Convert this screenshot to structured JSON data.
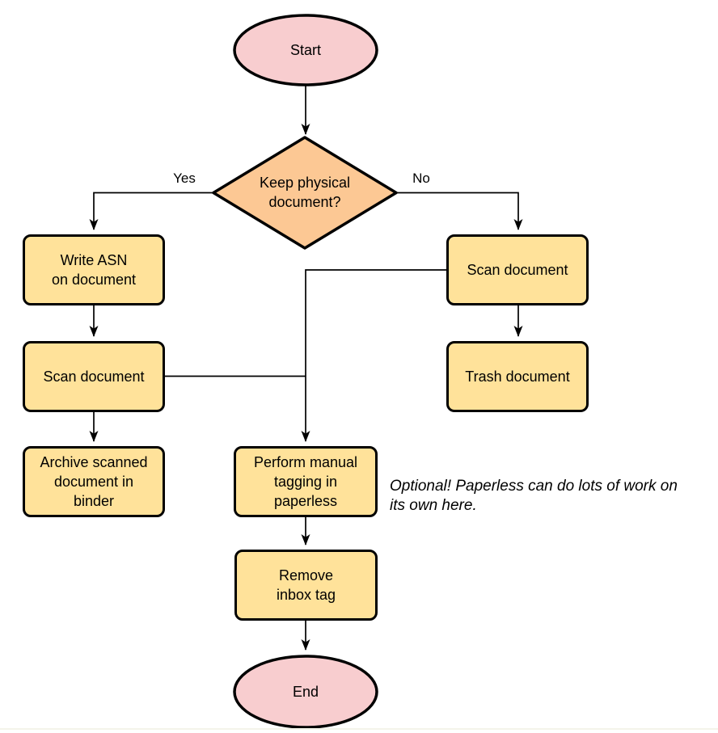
{
  "diagram": {
    "colors": {
      "terminal_fill": "#F8CDCF",
      "decision_fill": "#FCC894",
      "process_fill": "#FFE29A",
      "stroke": "#000000"
    },
    "nodes": {
      "start": {
        "label": "Start",
        "type": "terminal"
      },
      "decision": {
        "label": "Keep physical\ndocument?",
        "type": "decision"
      },
      "write_asn": {
        "label": "Write ASN\non document",
        "type": "process"
      },
      "scan_left": {
        "label": "Scan document",
        "type": "process"
      },
      "archive": {
        "label": "Archive scanned\ndocument in\nbinder",
        "type": "process"
      },
      "scan_right": {
        "label": "Scan document",
        "type": "process"
      },
      "trash": {
        "label": "Trash document",
        "type": "process"
      },
      "tagging": {
        "label": "Perform manual\ntagging in\npaperless",
        "type": "process"
      },
      "remove_inbox": {
        "label": "Remove\ninbox tag",
        "type": "process"
      },
      "end": {
        "label": "End",
        "type": "terminal"
      }
    },
    "edge_labels": {
      "yes": "Yes",
      "no": "No"
    },
    "note": "Optional! Paperless can do lots of work on\nits own here."
  }
}
